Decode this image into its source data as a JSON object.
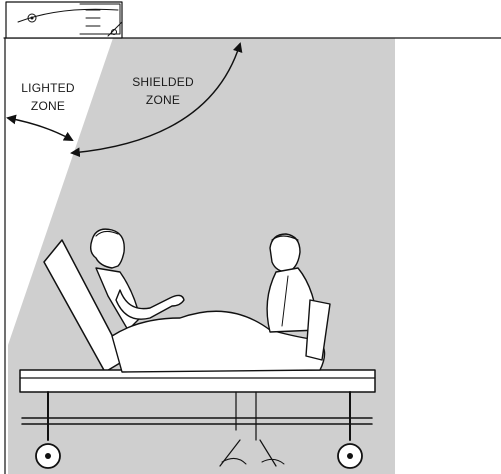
{
  "diagram": {
    "labels": {
      "lighted_line1": "LIGHTED",
      "lighted_line2": "ZONE",
      "shielded_line1": "SHIELDED",
      "shielded_line2": "ZONE"
    },
    "icons": [
      "luminaire-icon",
      "arrow-icon",
      "bed-icon",
      "patient-icon",
      "visitor-icon",
      "chair-icon"
    ],
    "colors": {
      "shielded_zone": "#cfcfcf",
      "line": "#111111",
      "background": "#ffffff"
    }
  }
}
